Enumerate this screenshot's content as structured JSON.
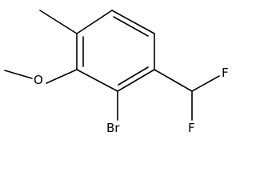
{
  "molecule": {
    "atoms": {
      "oxygen": "O",
      "bromine": "Br",
      "fluorine_1": "F",
      "fluorine_2": "F"
    },
    "colors": {
      "bond": "#000000",
      "label": "#000000",
      "background": "#ffffff"
    }
  }
}
